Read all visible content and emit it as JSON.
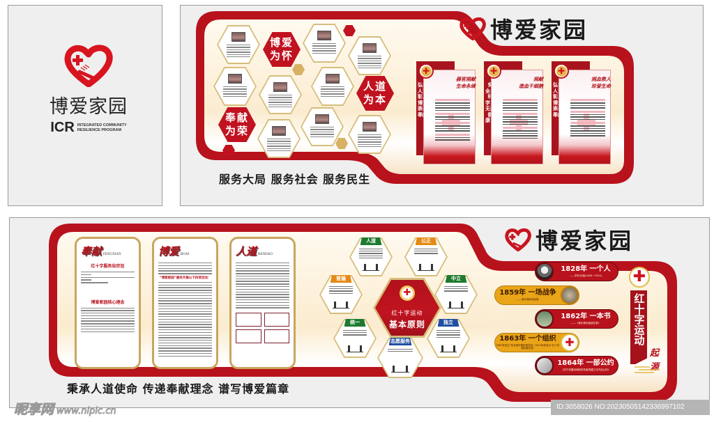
{
  "logo_panel": {
    "title": "博爱家园",
    "abbr": "ICR",
    "tagline_line1": "INTEGRATED COMMUNITY",
    "tagline_line2": "RESILIENCE PROGRAM",
    "icon": "heart-cross-hands-icon"
  },
  "top_panel": {
    "brand": "博爱家园",
    "slogan": "服务大局  服务社会  服务民生",
    "hex_labels": [
      {
        "l1": "博爱",
        "l2": "为怀"
      },
      {
        "l1": "人道",
        "l2": "为本"
      },
      {
        "l1": "奉献",
        "l2": "为荣"
      }
    ],
    "posters": [
      {
        "title_l1": "器官捐献",
        "title_l2": "生命永续",
        "side": "弘扬人道 彰显博爱 崇尚奉献"
      },
      {
        "title_l1": "捐献",
        "title_l2": "造血干细胞",
        "side": "安全、科学，无损健康！"
      },
      {
        "title_l1": "捐血救人",
        "title_l2": "珍爱生命",
        "side": "弘扬人道 彰显博爱 崇尚奉献"
      }
    ]
  },
  "bottom_panel": {
    "brand": "博爱家园",
    "slogan": "秉承人道使命  传递奉献理念  谱写博爱篇章",
    "cards": [
      {
        "title": "奉献",
        "pinyin": "FENGXIAN",
        "section1": "红十字服务站宗旨",
        "section2": "博爱家园核心理念"
      },
      {
        "title": "博爱",
        "pinyin": "BOAI",
        "section1": "“博爱家园”服务开展以下四项活动："
      },
      {
        "title": "人道",
        "pinyin": "RENDAO"
      }
    ],
    "principles": {
      "center_sub": "红十字运动",
      "center_main": "基本原则",
      "items": [
        {
          "label": "人道",
          "color": "#1e7a2e"
        },
        {
          "label": "公正",
          "color": "#e58a14"
        },
        {
          "label": "普遍",
          "color": "#e58a14"
        },
        {
          "label": "中立",
          "color": "#1e7a2e"
        },
        {
          "label": "统一",
          "color": "#1e7a2e"
        },
        {
          "label": "独立",
          "color": "#1f4fa0"
        },
        {
          "label": "志愿服务",
          "color": "#1f4fa0"
        }
      ]
    },
    "timeline": [
      {
        "year": "1828年 一个人",
        "note": "——亨利·杜南(1828－1910)",
        "style": "red"
      },
      {
        "year": "1859年 一场战争",
        "note": "——索尔弗利诺战役",
        "style": "gold"
      },
      {
        "year": "1862年 一本书",
        "note": "——《索尔弗利诺回忆录》",
        "style": "red"
      },
      {
        "year": "1863年 一个组织",
        "note": "1863年成立“伤兵救护国际委员会” 1875年改名为“红十字国际委员会”",
        "style": "gold"
      },
      {
        "year": "1864年 一部公约",
        "note": "《关于改善战地陆军伤者境遇之日内瓦公约》",
        "style": "red"
      }
    ],
    "side_title": "红十字运动",
    "side_origin_1": "起",
    "side_origin_2": "源"
  },
  "watermark": {
    "site": "昵享网",
    "url": "www.nipic.cn",
    "id": "ID:3058026 NO:20230505142336997102"
  },
  "colors": {
    "frame_red": "#b8121c",
    "gold": "#d7bd7c",
    "panel_bg": "#efefef",
    "cream": "#fbf0dc"
  }
}
